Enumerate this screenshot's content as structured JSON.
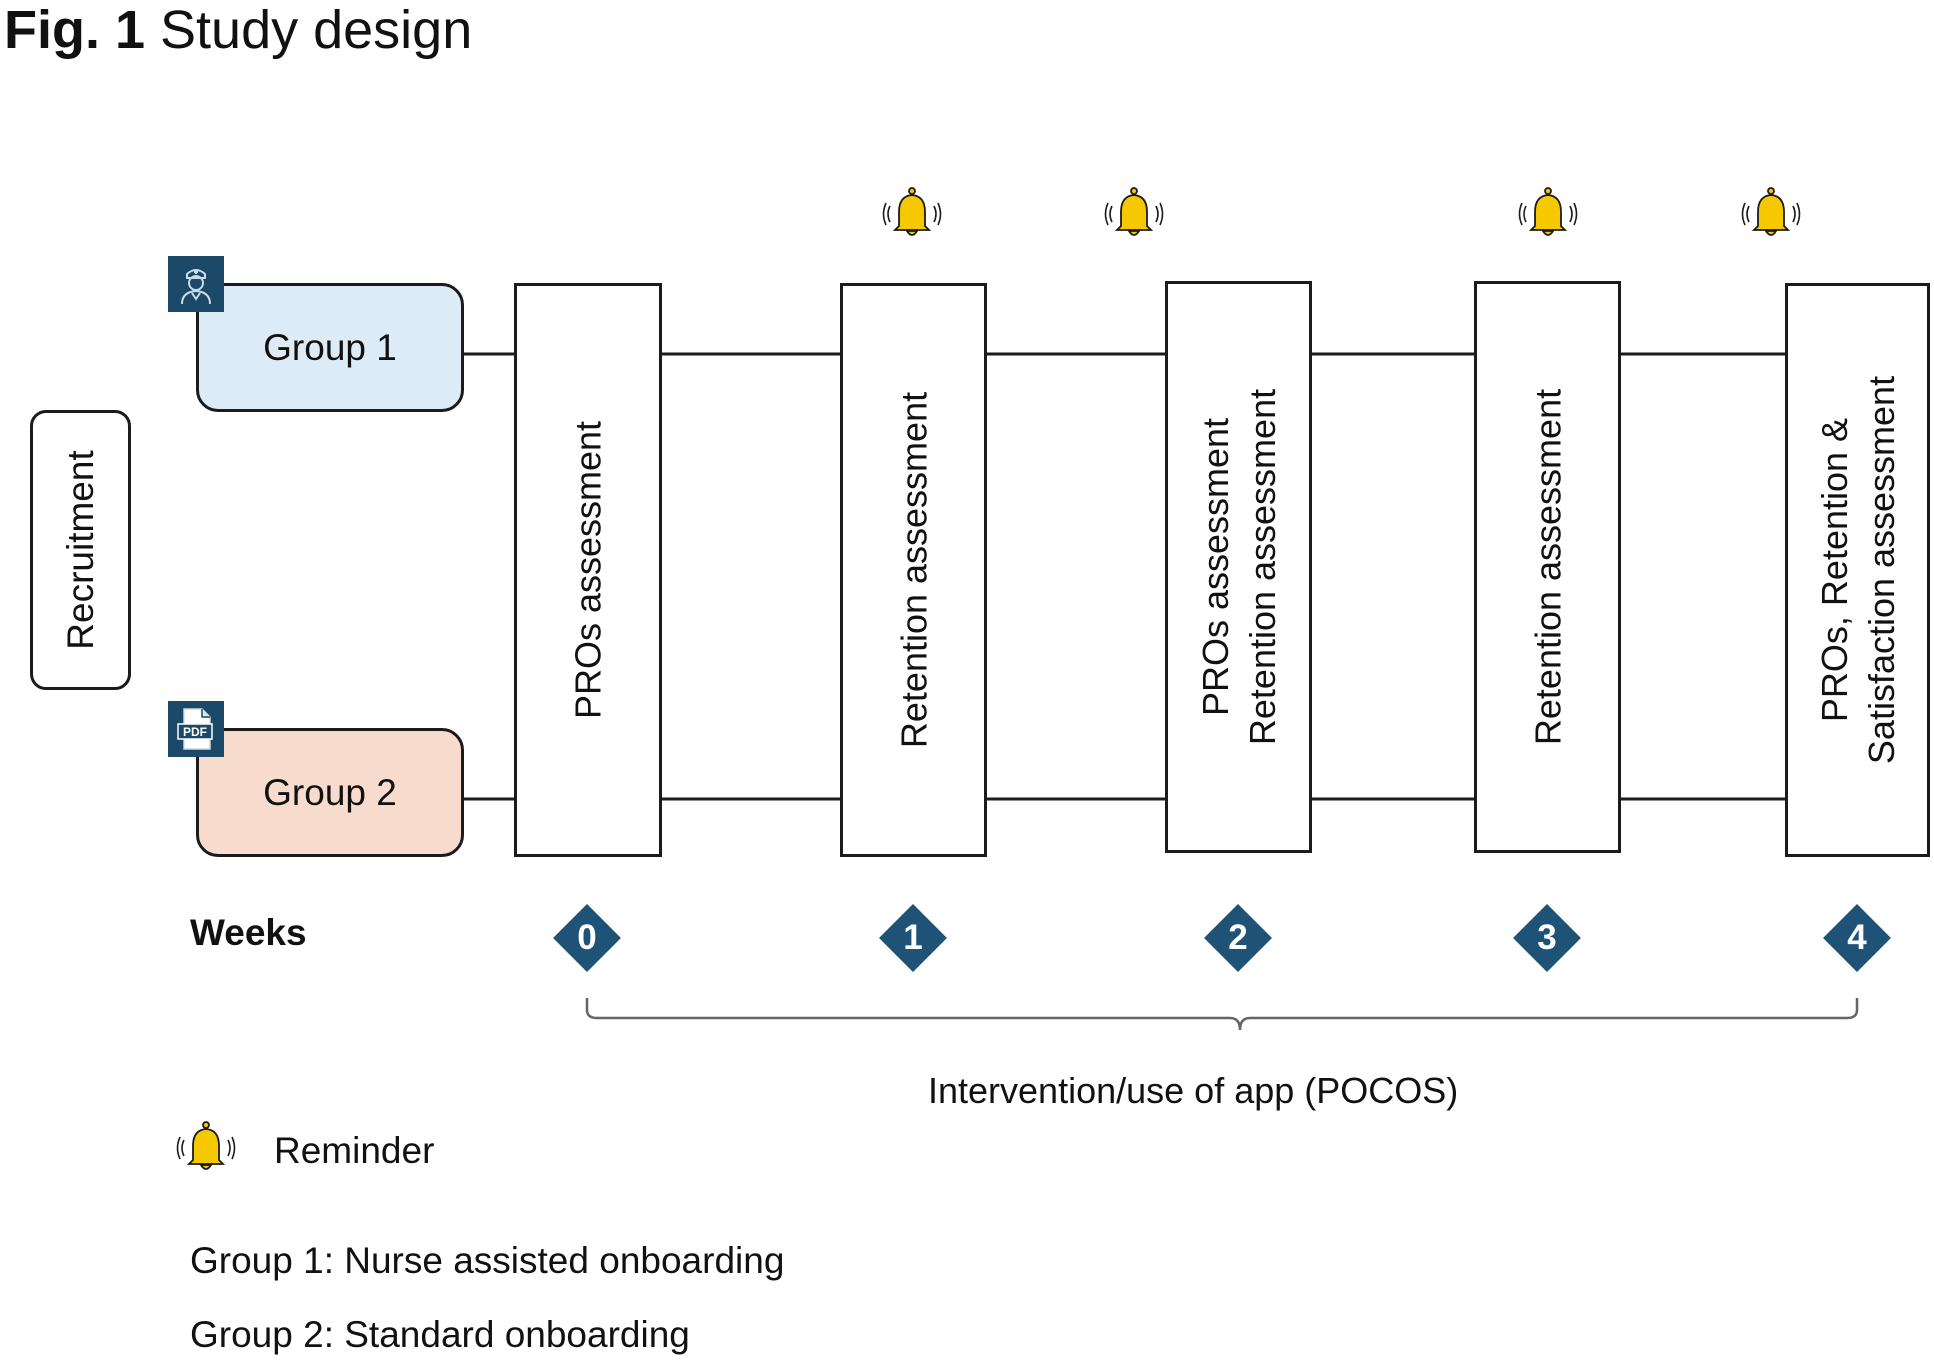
{
  "figure": {
    "label": "Fig. 1",
    "title": "Study design"
  },
  "recruitment": {
    "label": "Recruitment"
  },
  "groups": [
    {
      "label": "Group 1",
      "icon": "nurse-icon"
    },
    {
      "label": "Group 2",
      "icon": "pdf-icon",
      "icon_text": "PDF"
    }
  ],
  "stages": [
    {
      "lines": [
        "PROs assessment"
      ],
      "week": "0",
      "reminder": false
    },
    {
      "lines": [
        "Retention assessment"
      ],
      "week": "1",
      "reminder": true
    },
    {
      "lines": [
        "PROs assessment",
        "Retention assessment"
      ],
      "week": "2",
      "reminder": true
    },
    {
      "lines": [
        "Retention assessment"
      ],
      "week": "3",
      "reminder": true
    },
    {
      "lines": [
        "PROs, Retention &",
        "Satisfaction assessment"
      ],
      "week": "4",
      "reminder": true
    }
  ],
  "weeks_label": "Weeks",
  "intervention_label": "Intervention/use of app (POCOS)",
  "legend": {
    "reminder_label": "Reminder",
    "icon": "bell-icon"
  },
  "notes": [
    "Group 1: Nurse assisted onboarding",
    "Group 2: Standard onboarding"
  ],
  "colors": {
    "group1_fill": "#dcebf6",
    "group2_fill": "#f7dccd",
    "diamond": "#1e5377",
    "icon_tile": "#1b4967",
    "bell": "#f5c800"
  }
}
